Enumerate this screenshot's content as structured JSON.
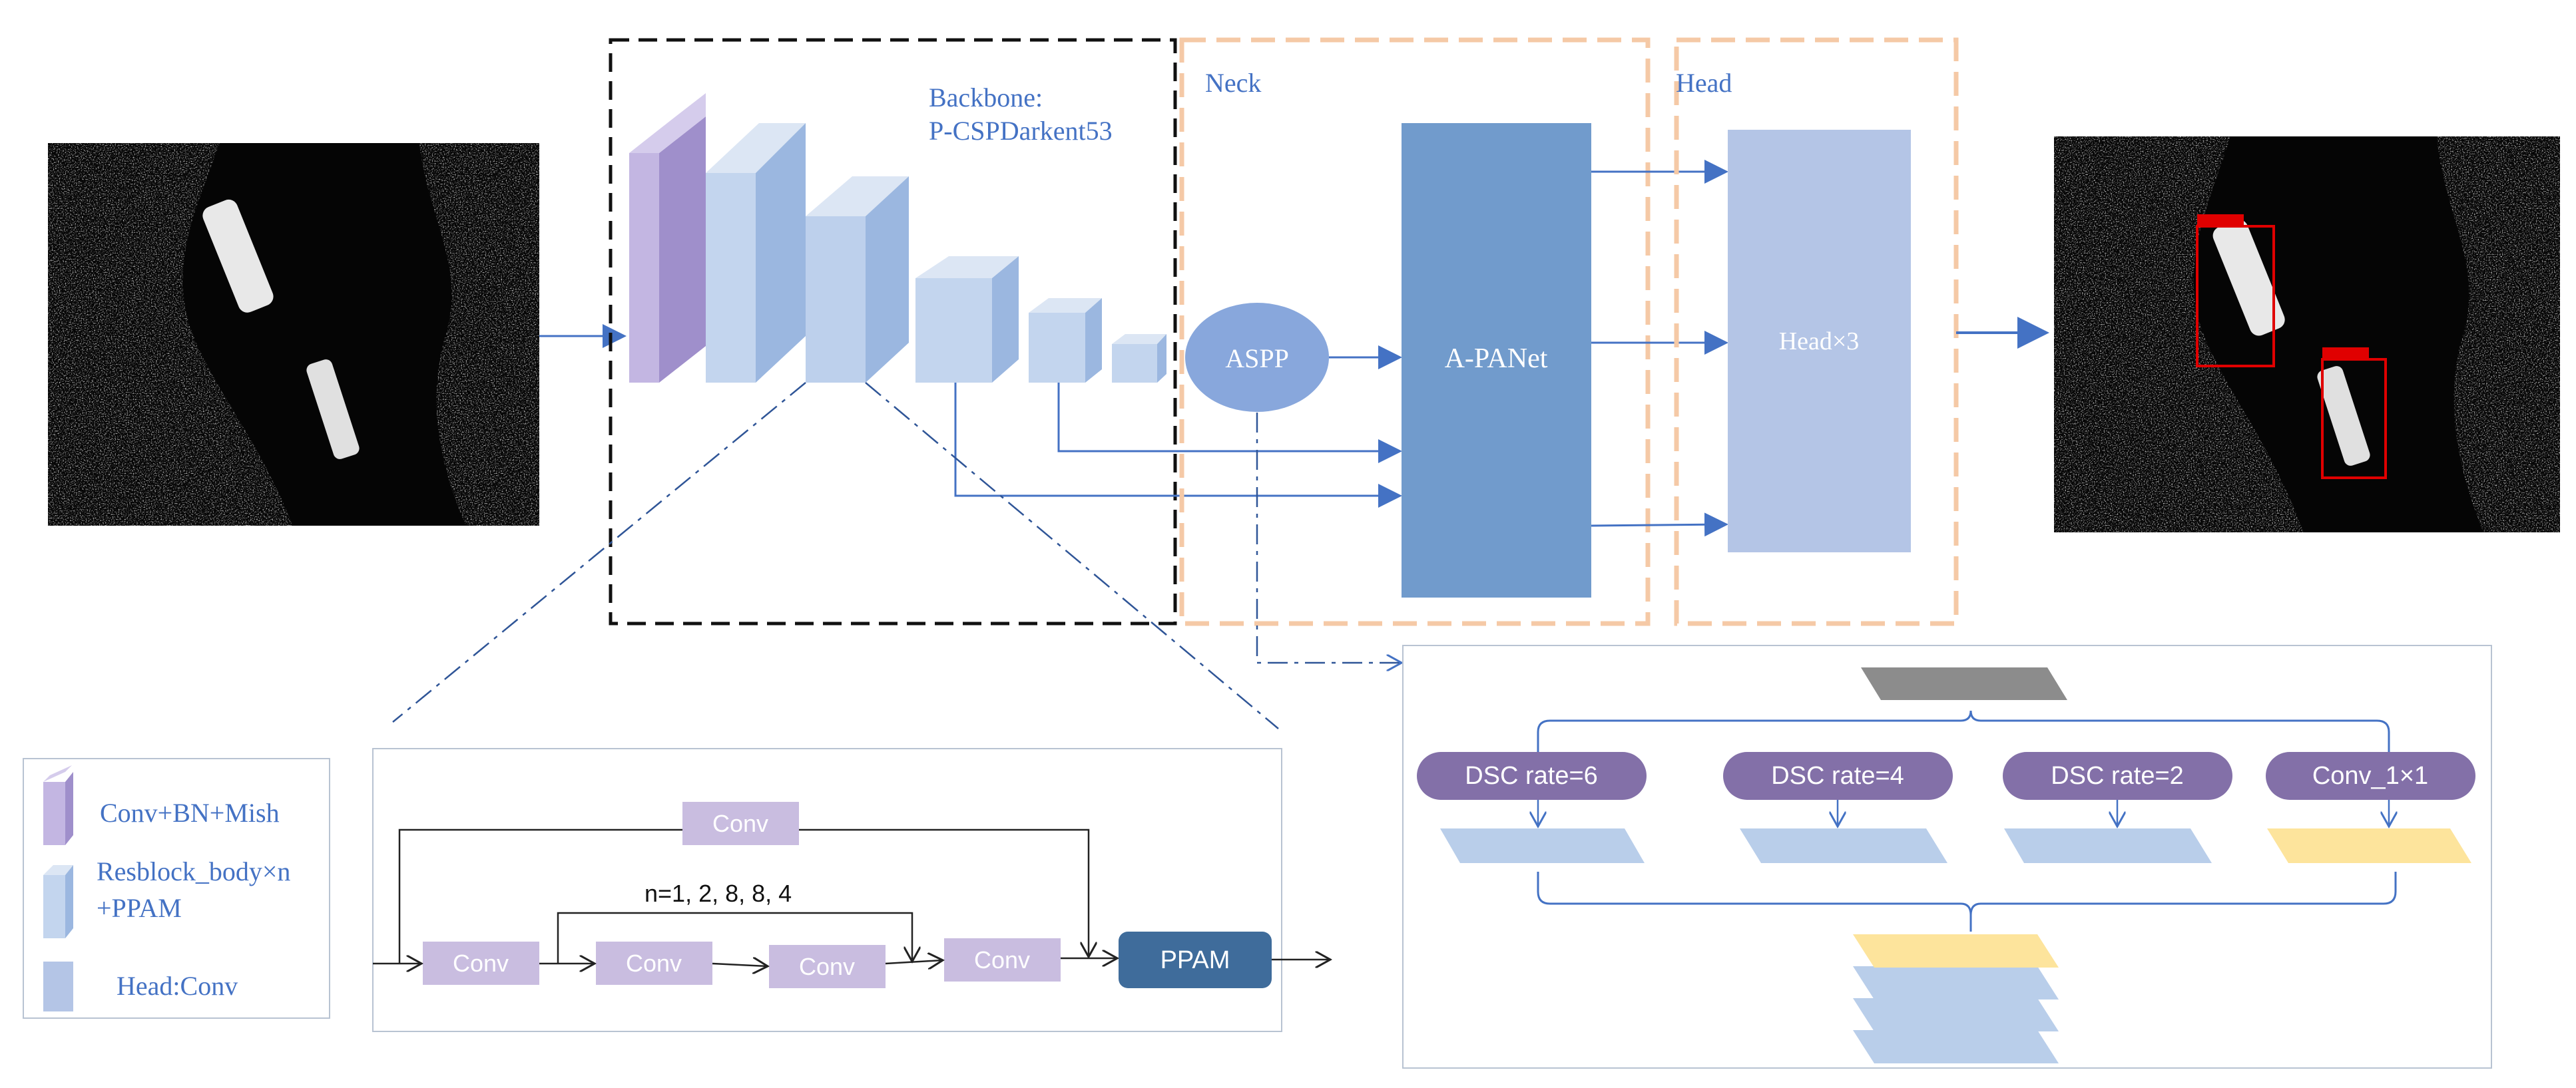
{
  "colors": {
    "accent_text": "#4472C4",
    "arrow": "#4472C4",
    "purple_block": "#9F8FCB",
    "light_blue_block": "#B9CEEA",
    "head_block": "#B4C5E6",
    "apanet_block": "#719BCC",
    "aspp_ellipse": "#88A7DC",
    "neck_head_dash": "#F5C9A6",
    "dsc_pill": "#8370A8",
    "ppam_block": "#3F6C9B",
    "conv_block": "#C9BDE0",
    "yellow_feature": "#FDE49C",
    "gray_feature": "#8C8C8C"
  },
  "top": {
    "backbone_label_1": "Backbone:",
    "backbone_label_2": "P-CSPDarkent53",
    "neck_label": "Neck",
    "head_label": "Head",
    "aspp_label": "ASPP",
    "apanet_label": "A-PANet",
    "head_block_label": "Head×3"
  },
  "legend": {
    "item_1": "Conv+BN+Mish",
    "item_2_line_1": "Resblock_body×n",
    "item_2_line_2": "+PPAM",
    "item_3": "Head:Conv"
  },
  "resblock": {
    "conv_top": "Conv",
    "n_values": "n=1, 2, 8, 8, 4",
    "conv_1": "Conv",
    "conv_2": "Conv",
    "conv_3": "Conv",
    "conv_4": "Conv",
    "ppam": "PPAM"
  },
  "aspp_detail": {
    "branch_1": "DSC  rate=6",
    "branch_2": "DSC  rate=4",
    "branch_3": "DSC  rate=2",
    "branch_4": "Conv_1×1"
  },
  "images": {
    "input": "sar-input-image",
    "output": "sar-detection-output"
  }
}
